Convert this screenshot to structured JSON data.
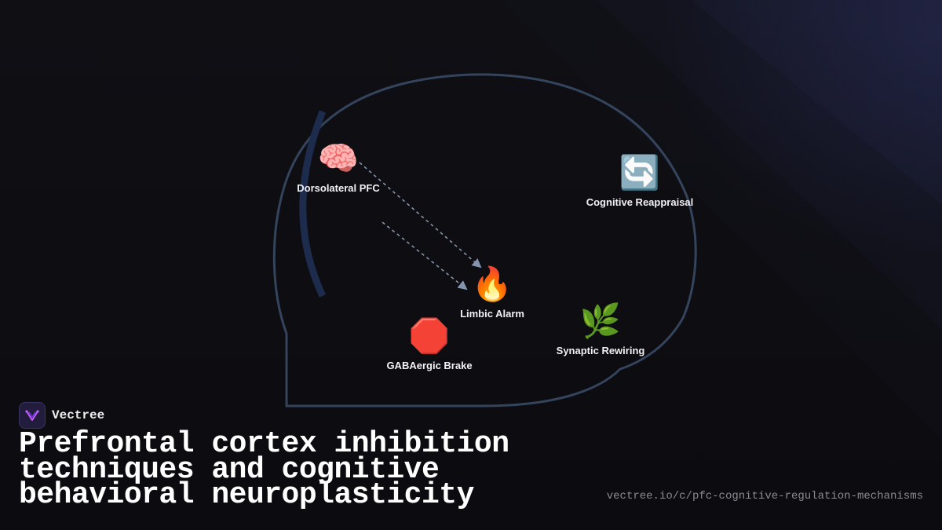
{
  "brand": {
    "name": "Vectree",
    "logo_icon": "vectree-v-logo-icon",
    "logo_color": "#c45cff"
  },
  "title": "Prefrontal cortex inhibition techniques and cognitive behavioral neuroplasticity",
  "url": "vectree.io/c/pfc-cognitive-regulation-mechanisms",
  "diagram": {
    "outline_color": "#3a4a63",
    "arc_color": "#1d2b4d",
    "arrow_color": "#8494ad",
    "nodes": [
      {
        "id": "dlpfc",
        "emoji": "🧠",
        "icon": "brain-icon",
        "label": "Dorsolateral PFC"
      },
      {
        "id": "reappraisal",
        "emoji": "🔄",
        "icon": "cycle-arrows-icon",
        "label": "Cognitive Reappraisal"
      },
      {
        "id": "limbic",
        "emoji": "🔥",
        "icon": "fire-icon",
        "label": "Limbic Alarm"
      },
      {
        "id": "rewiring",
        "emoji": "🌿",
        "icon": "herb-icon",
        "label": "Synaptic Rewiring"
      },
      {
        "id": "gaba",
        "emoji": "🛑",
        "icon": "stop-sign-icon",
        "label": "GABAergic Brake"
      }
    ]
  }
}
